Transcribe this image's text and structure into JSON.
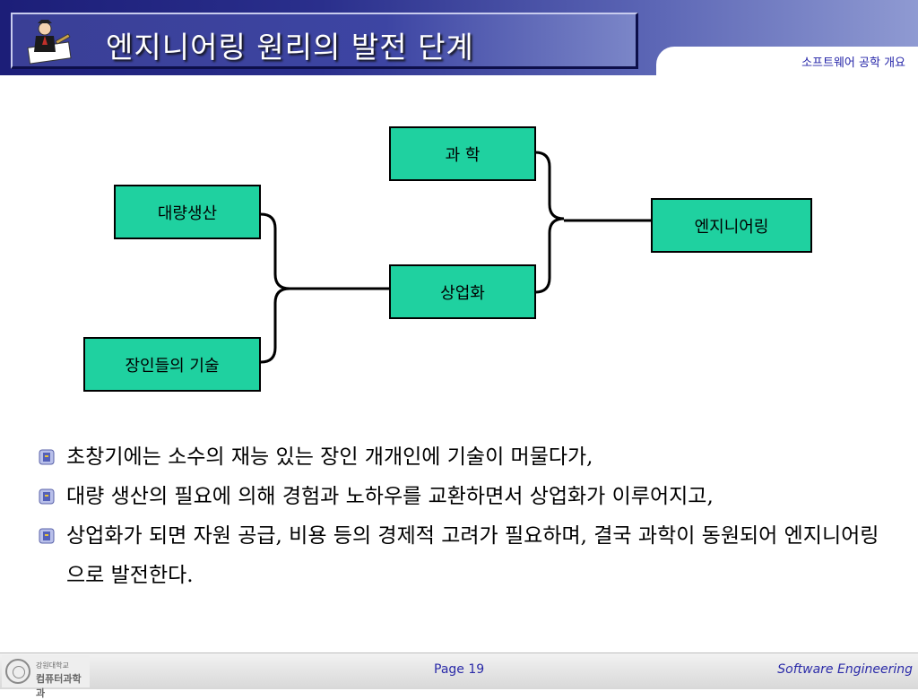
{
  "header": {
    "title": "엔지니어링 원리의 발전 단계",
    "subtitle": "소프트웨어 공학 개요",
    "logo_icon": "scholar-writing-icon"
  },
  "diagram": {
    "nodes": {
      "science": "과 학",
      "mass_production": "대량생산",
      "commercialization": "상업화",
      "engineering": "엔지니어링",
      "craftsman_skill": "장인들의 기술"
    },
    "box_color": "#1fd1a0"
  },
  "bullets": [
    "초창기에는 소수의 재능 있는 장인 개개인에 기술이 머물다가,",
    "대량 생산의 필요에 의해 경험과 노하우를 교환하면서 상업화가 이루어지고,",
    "상업화가 되면 자원 공급, 비용 등의 경제적 고려가 필요하며, 결국 과학이 동원되어 엔지니어링으로 발전한다."
  ],
  "footer": {
    "university_line1": "강원대학교",
    "university_line2": "컴퓨터과학과",
    "page": "Page 19",
    "course": "Software Engineering"
  }
}
